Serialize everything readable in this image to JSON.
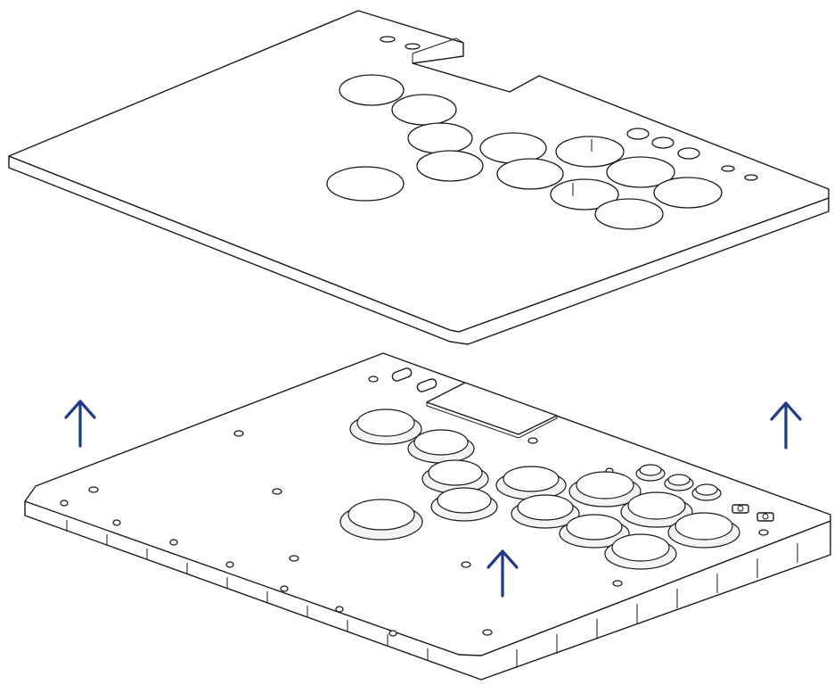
{
  "figure": {
    "description_free": true,
    "parts": [
      "top-panel",
      "base-panel"
    ],
    "arrow_color": "#1f3a8a",
    "arrows": [
      {
        "name": "lift-arrow-left",
        "direction": "up"
      },
      {
        "name": "lift-arrow-center",
        "direction": "up"
      },
      {
        "name": "lift-arrow-right",
        "direction": "up"
      }
    ]
  }
}
